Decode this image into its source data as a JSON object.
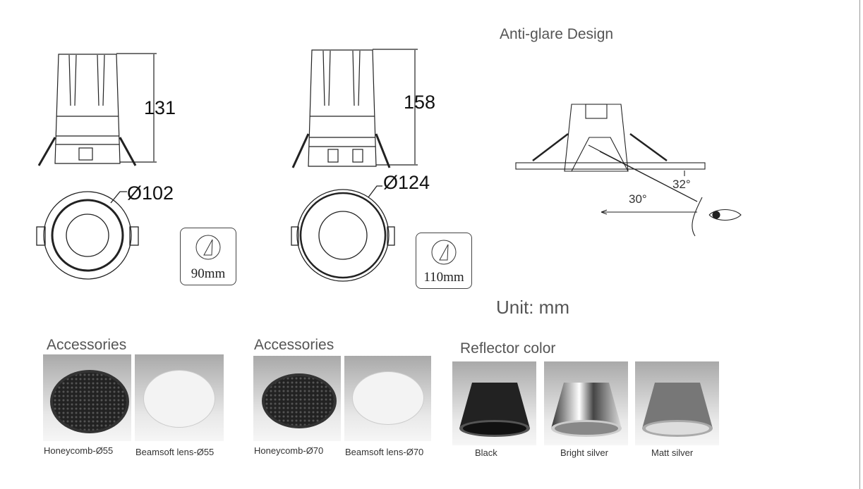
{
  "anti_glare": {
    "title": "Anti-glare Design",
    "angle_1": "32°",
    "angle_2": "30°"
  },
  "model_small": {
    "height": "131",
    "diameter": "Ø102",
    "cutout": "90mm"
  },
  "model_large": {
    "height": "158",
    "diameter": "Ø124",
    "cutout": "110mm"
  },
  "unit": "Unit: mm",
  "accessories_small": {
    "title": "Accessories",
    "items": [
      {
        "caption": "Honeycomb-Ø55"
      },
      {
        "caption": "Beamsoft lens-Ø55"
      }
    ]
  },
  "accessories_large": {
    "title": "Accessories",
    "items": [
      {
        "caption": "Honeycomb-Ø70"
      },
      {
        "caption": "Beamsoft lens-Ø70"
      }
    ]
  },
  "reflector": {
    "title": "Reflector color",
    "items": [
      {
        "caption": "Black"
      },
      {
        "caption": "Bright silver"
      },
      {
        "caption": "Matt silver"
      }
    ]
  }
}
